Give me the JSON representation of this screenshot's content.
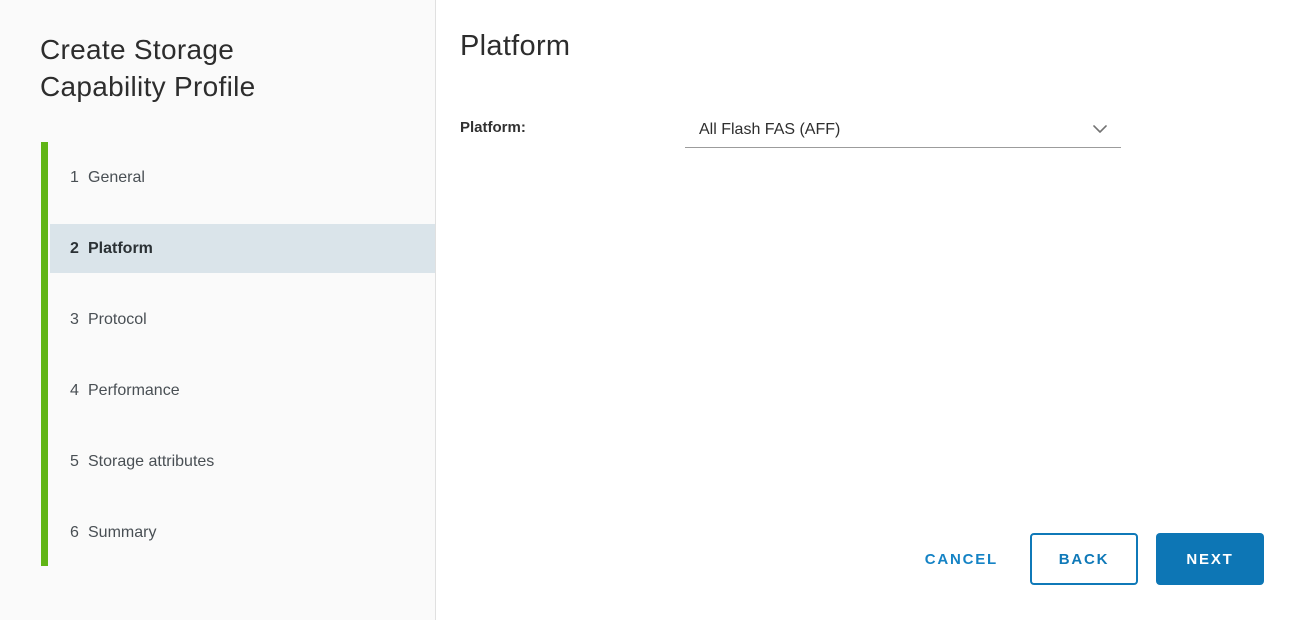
{
  "colors": {
    "accent_blue": "#0d76b5",
    "accent_green": "#60b515",
    "active_step_background": "#dae4ea"
  },
  "sidebar": {
    "title": "Create Storage Capability Profile",
    "steps": [
      {
        "number": "1",
        "label": "General",
        "active": false
      },
      {
        "number": "2",
        "label": "Platform",
        "active": true
      },
      {
        "number": "3",
        "label": "Protocol",
        "active": false
      },
      {
        "number": "4",
        "label": "Performance",
        "active": false
      },
      {
        "number": "5",
        "label": "Storage attributes",
        "active": false
      },
      {
        "number": "6",
        "label": "Summary",
        "active": false
      }
    ]
  },
  "main": {
    "heading": "Platform",
    "form": {
      "label": "Platform:",
      "selected_value": "All Flash FAS (AFF)"
    }
  },
  "footer": {
    "cancel_label": "CANCEL",
    "back_label": "BACK",
    "next_label": "NEXT"
  }
}
